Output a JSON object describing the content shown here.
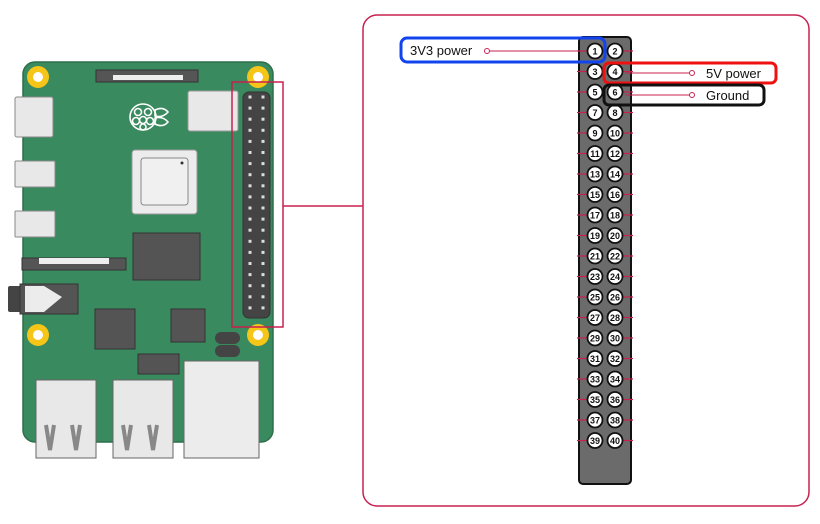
{
  "diagram": {
    "title": "Raspberry Pi GPIO header pinout",
    "colors": {
      "board": "#3a8a5f",
      "board_border": "#2e6e4b",
      "highlight": "#c8204f",
      "header_body": "#6b6b6b",
      "chip": "#545454",
      "mount_hole": "#f5c518",
      "port": "#e8e8e8",
      "label_3v3": "#1144ee",
      "label_5v": "#ee1111",
      "label_ground": "#111111"
    },
    "icons": {
      "logo": "raspberry-logo-icon"
    },
    "pins": [
      1,
      2,
      3,
      4,
      5,
      6,
      7,
      8,
      9,
      10,
      11,
      12,
      13,
      14,
      15,
      16,
      17,
      18,
      19,
      20,
      21,
      22,
      23,
      24,
      25,
      26,
      27,
      28,
      29,
      30,
      31,
      32,
      33,
      34,
      35,
      36,
      37,
      38,
      39,
      40
    ],
    "callouts": [
      {
        "label": "3V3 power",
        "pin": 1,
        "side": "left",
        "color": "#1144ee"
      },
      {
        "label": "5V power",
        "pin": 4,
        "side": "right",
        "color": "#ee1111"
      },
      {
        "label": "Ground",
        "pin": 6,
        "side": "right",
        "color": "#111111"
      }
    ]
  }
}
